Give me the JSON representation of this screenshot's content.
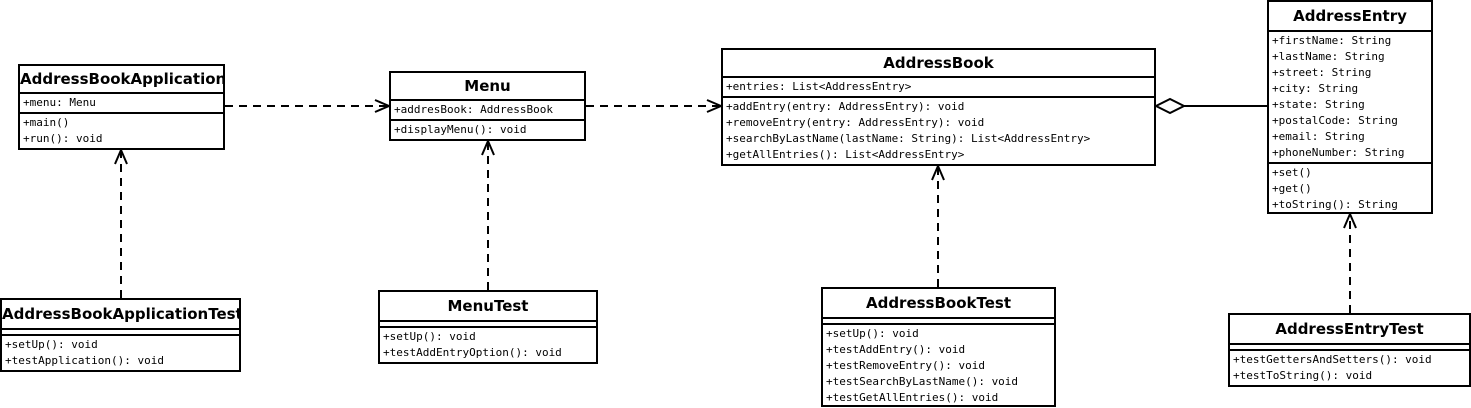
{
  "diagram": {
    "classes": [
      {
        "id": "address-book-application",
        "name": "AddressBookApplication",
        "attributes": [
          "+menu: Menu"
        ],
        "operations": [
          "+main()",
          "+run(): void"
        ]
      },
      {
        "id": "menu",
        "name": "Menu",
        "attributes": [
          "+addresBook: AddressBook"
        ],
        "operations": [
          "+displayMenu(): void"
        ]
      },
      {
        "id": "address-book",
        "name": "AddressBook",
        "attributes": [
          "+entries: List<AddressEntry>"
        ],
        "operations": [
          "+addEntry(entry: AddressEntry): void",
          "+removeEntry(entry: AddressEntry): void",
          "+searchByLastName(lastName: String): List<AddressEntry>",
          "+getAllEntries(): List<AddressEntry>"
        ]
      },
      {
        "id": "address-entry",
        "name": "AddressEntry",
        "attributes": [
          "+firstName: String",
          "+lastName: String",
          "+street: String",
          "+city: String",
          "+state: String",
          "+postalCode: String",
          "+email: String",
          "+phoneNumber: String"
        ],
        "operations": [
          "+set()",
          "+get()",
          "+toString(): String"
        ]
      },
      {
        "id": "address-book-application-test",
        "name": "AddressBookApplicationTest",
        "attributes": [],
        "operations": [
          "+setUp(): void",
          "+testApplication(): void"
        ]
      },
      {
        "id": "menu-test",
        "name": "MenuTest",
        "attributes": [],
        "operations": [
          "+setUp(): void",
          "+testAddEntryOption(): void"
        ]
      },
      {
        "id": "address-book-test",
        "name": "AddressBookTest",
        "attributes": [],
        "operations": [
          "+setUp(): void",
          "+testAddEntry(): void",
          "+testRemoveEntry(): void",
          "+testSearchByLastName(): void",
          "+testGetAllEntries(): void"
        ]
      },
      {
        "id": "address-entry-test",
        "name": "AddressEntryTest",
        "attributes": [],
        "operations": [
          "+testGettersAndSetters(): void",
          "+testToString():  void"
        ]
      }
    ],
    "relations": [
      {
        "id": "app-to-menu",
        "type": "dependency",
        "from": "address-book-application",
        "to": "menu"
      },
      {
        "id": "menu-to-addressbook",
        "type": "dependency",
        "from": "menu",
        "to": "address-book"
      },
      {
        "id": "addressbook-to-entry",
        "type": "aggregation",
        "from": "address-book",
        "to": "address-entry"
      },
      {
        "id": "apptest-to-app",
        "type": "dependency",
        "from": "address-book-application-test",
        "to": "address-book-application"
      },
      {
        "id": "menutest-to-menu",
        "type": "dependency",
        "from": "menu-test",
        "to": "menu"
      },
      {
        "id": "booktest-to-book",
        "type": "dependency",
        "from": "address-book-test",
        "to": "address-book"
      },
      {
        "id": "entrytest-to-entry",
        "type": "dependency",
        "from": "address-entry-test",
        "to": "address-entry"
      }
    ]
  }
}
